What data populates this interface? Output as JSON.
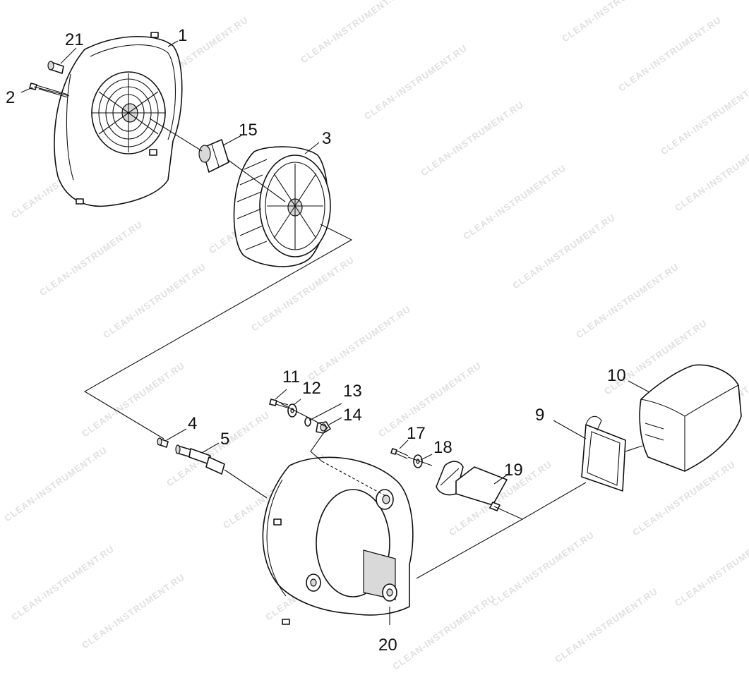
{
  "watermark": "CLEAN-INSTRUMENT.RU",
  "callouts": {
    "c1": "1",
    "c2": "2",
    "c3": "3",
    "c4": "4",
    "c5": "5",
    "c9": "9",
    "c10": "10",
    "c11": "11",
    "c12": "12",
    "c13": "13",
    "c14": "14",
    "c15": "15",
    "c17": "17",
    "c18": "18",
    "c19": "19",
    "c20": "20",
    "c21": "21"
  }
}
